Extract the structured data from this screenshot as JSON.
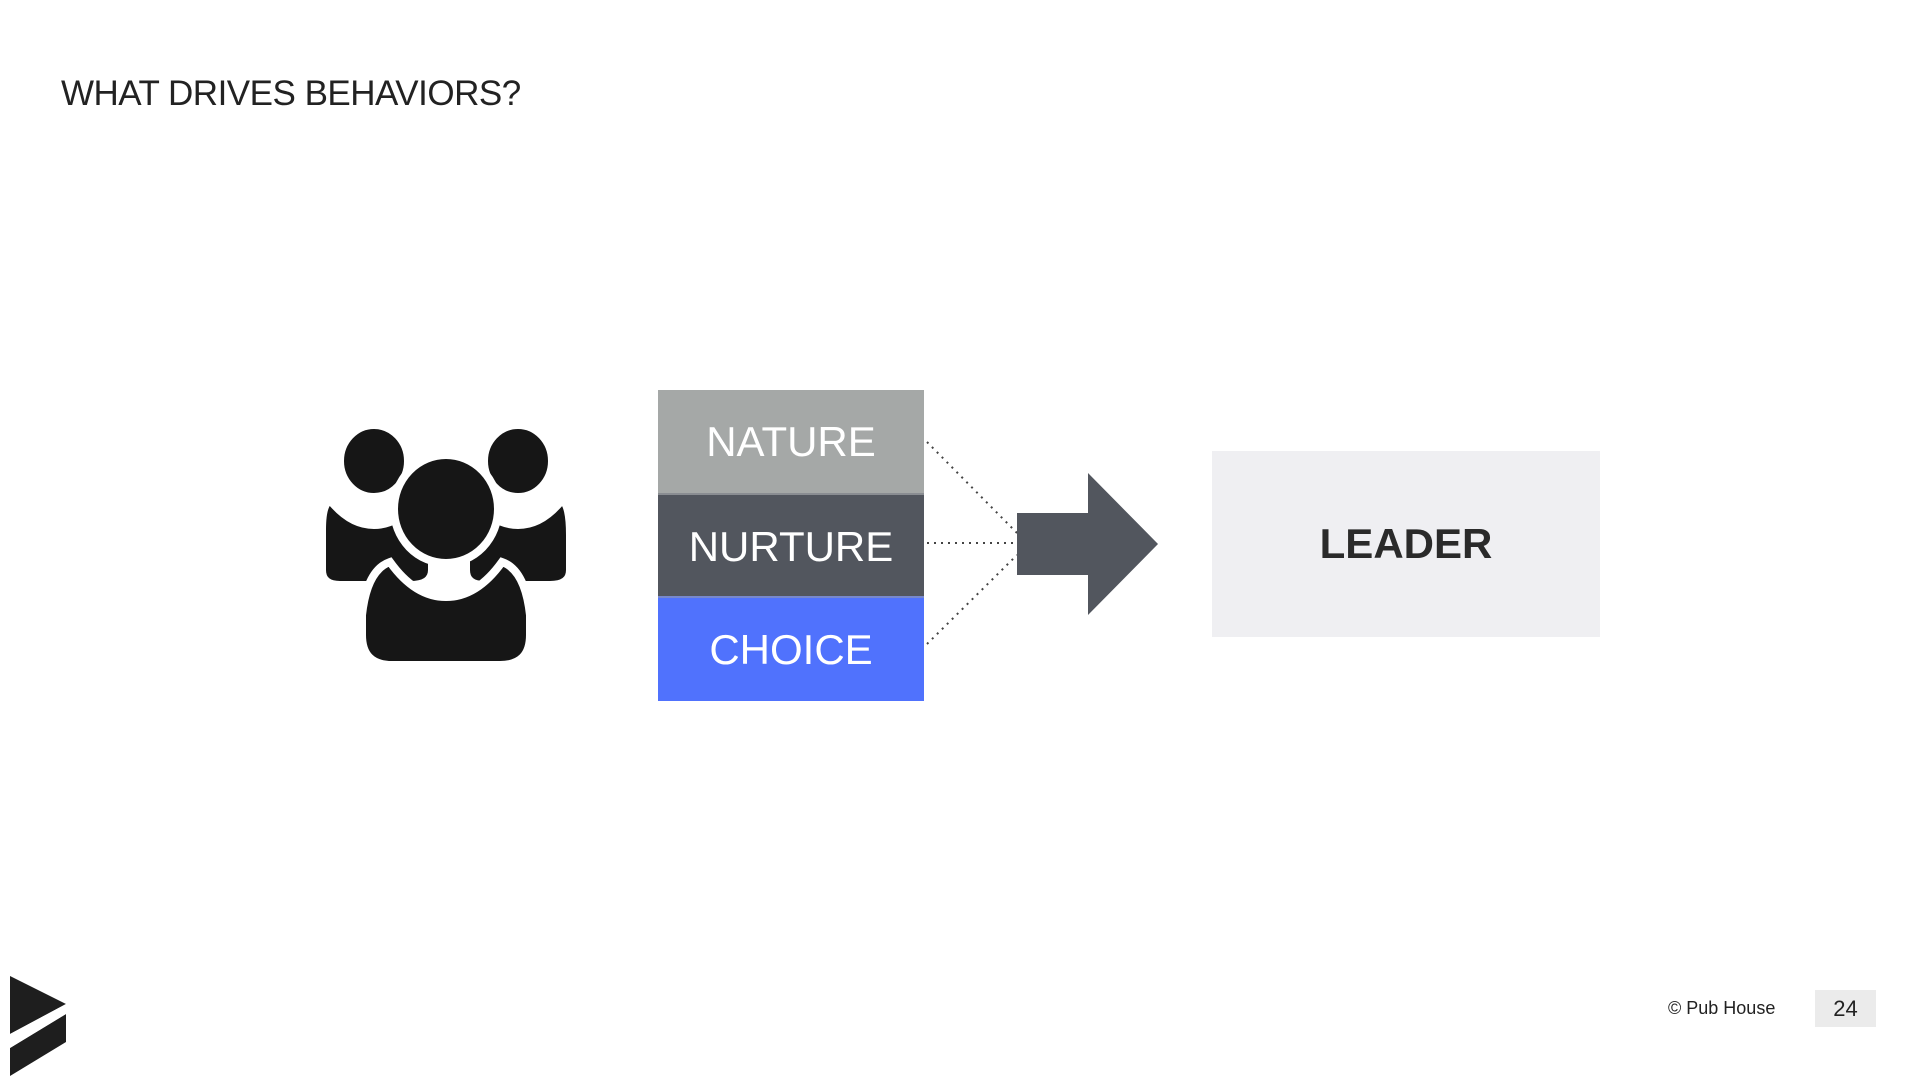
{
  "slide": {
    "title": "WHAT DRIVES BEHAVIORS?",
    "factors": [
      "NATURE",
      "NURTURE",
      "CHOICE"
    ],
    "result": "LEADER",
    "copyright": "© Pub House",
    "page_number": "24"
  },
  "colors": {
    "nature": "#a5a8a7",
    "nurture": "#52565e",
    "choice": "#5072fd",
    "arrow": "#52565e",
    "leader_bg": "#efeff2"
  }
}
